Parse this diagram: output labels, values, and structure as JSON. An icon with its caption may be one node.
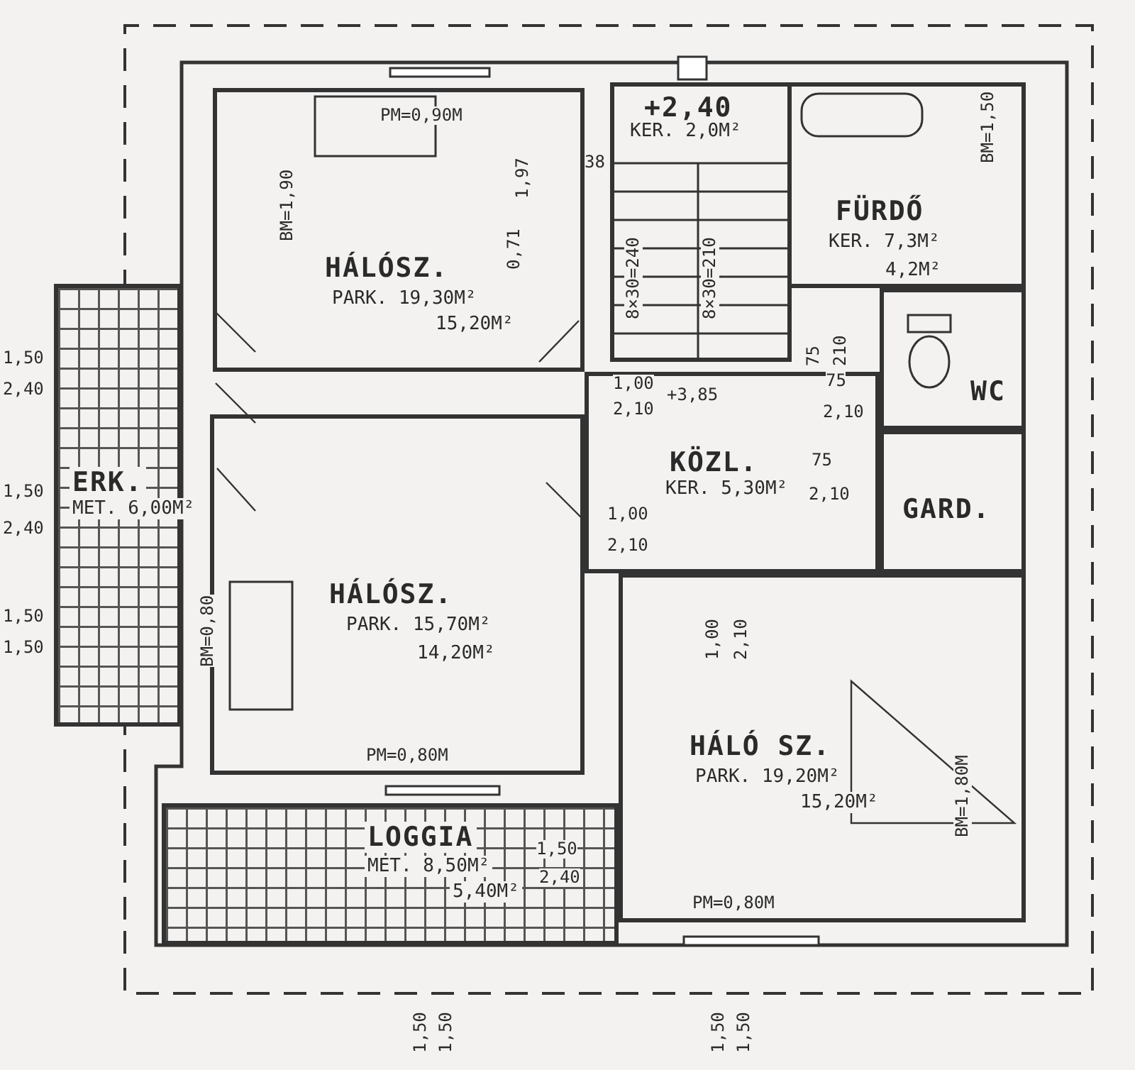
{
  "diagram": {
    "nodes": [
      {
        "text": [
          "HÁLÓSZ.",
          "PARK. 19,30M²",
          "15,20M²"
        ]
      },
      {
        "text": [
          "+2,40",
          "KER. 2,0M²"
        ]
      },
      {
        "text": [
          "FÜRDŐ",
          "KER. 7,3M²",
          "4,2M²"
        ]
      },
      {
        "text": [
          "WC"
        ]
      },
      {
        "text": [
          "KÖZL.",
          "KER. 5,30M²"
        ]
      },
      {
        "text": [
          "GARD."
        ]
      },
      {
        "text": [
          "ERK.",
          "MET. 6,00M²"
        ]
      },
      {
        "text": [
          "HÁLÓSZ.",
          "PARK. 15,70M²",
          "14,20M²"
        ]
      },
      {
        "text": [
          "HÁLÓ SZ.",
          "PARK. 19,20M²",
          "15,20M²"
        ]
      },
      {
        "text": [
          "LOGGIA",
          "MET. 8,50M²",
          "5,40M²"
        ]
      }
    ],
    "edges": [],
    "labels": [
      "PM=0,90M",
      "BM=1,90",
      "1,97",
      "0,71",
      "38",
      "8×30=240",
      "8×30=210",
      "BM=1,50",
      "75",
      "210",
      "1,00",
      "2,10",
      "+3,85",
      "75",
      "2,10",
      "75",
      "2,10",
      "1,50",
      "2,40",
      "1,50",
      "2,40",
      "1,00",
      "2,10",
      "1,00",
      "2,10",
      "1,50",
      "1,50",
      "BM=0,80",
      "PM=0,80M",
      "1,50",
      "2,40",
      "PM=0,80M",
      "BM=1,80M",
      "1,50",
      "1,50",
      "1,50",
      "1,50"
    ]
  }
}
